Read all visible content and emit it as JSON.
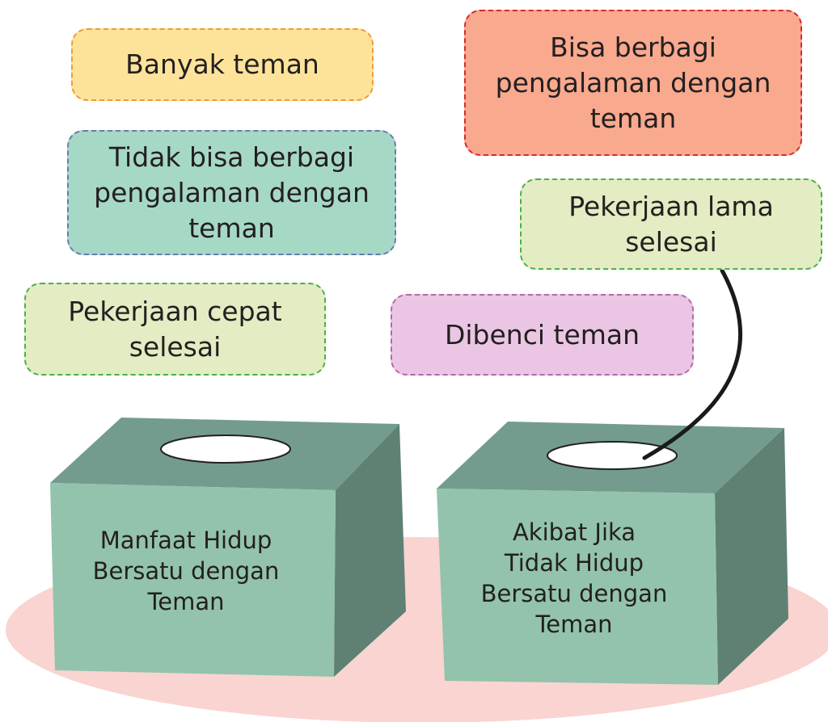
{
  "cards": {
    "banyak_teman": "Banyak teman",
    "tidak_bisa_berbagi": "Tidak bisa berbagi\npengalaman dengan\nteman",
    "pekerjaan_cepat": "Pekerjaan cepat\nselesai",
    "bisa_berbagi": "Bisa berbagi\npengalaman dengan\nteman",
    "pekerjaan_lama": "Pekerjaan lama\nselesai",
    "dibenci_teman": "Dibenci teman"
  },
  "boxes": {
    "left_label": "Manfaat Hidup\nBersatu dengan\nTeman",
    "right_label": "Akibat Jika\nTidak Hidup\nBersatu dengan\nTeman"
  },
  "colors": {
    "box_front": "#93c3ac",
    "box_top": "#739c8f",
    "box_side": "#5e8174",
    "floor": "#f9d4d1"
  }
}
